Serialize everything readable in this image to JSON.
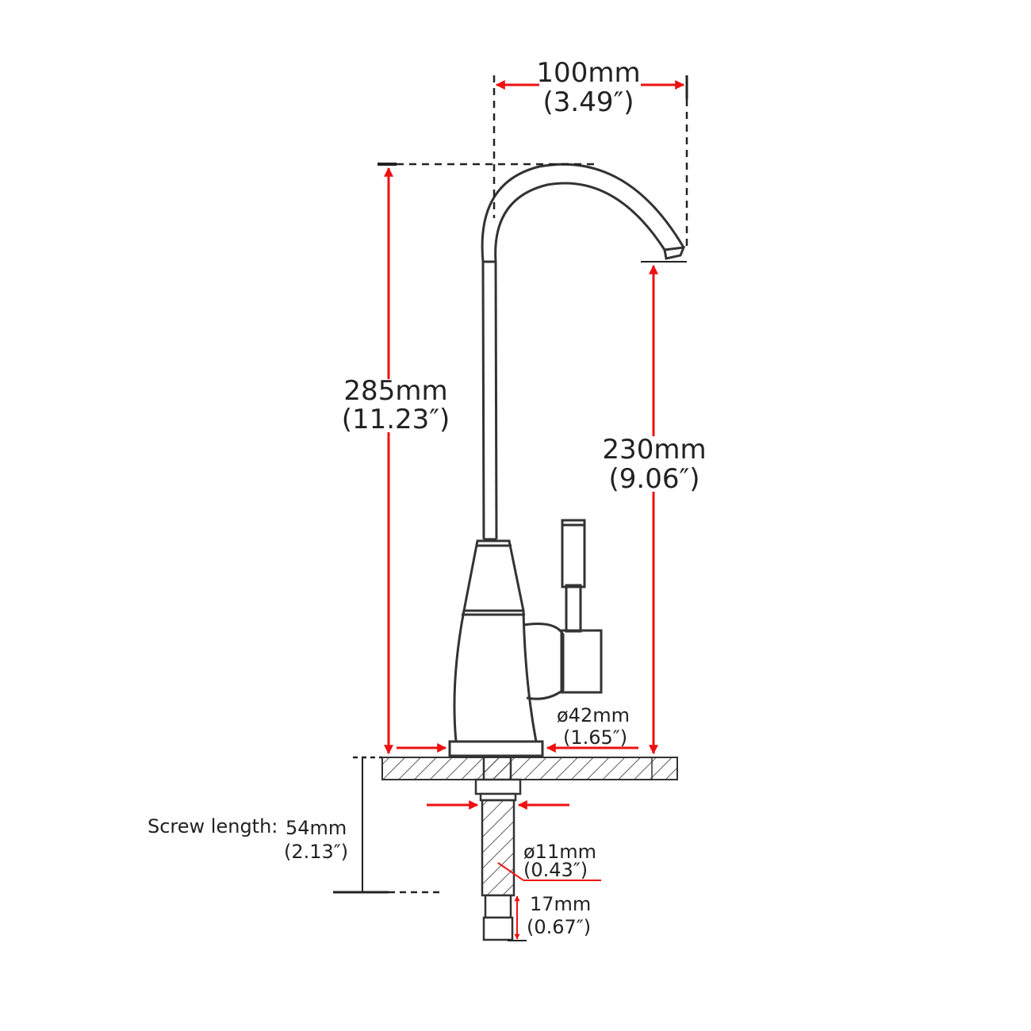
{
  "dimensions": {
    "spout_reach": {
      "metric": "100mm",
      "imperial": "(3.49″)"
    },
    "total_height": {
      "metric": "285mm",
      "imperial": "(11.23″)"
    },
    "spout_height": {
      "metric": "230mm",
      "imperial": "(9.06″)"
    },
    "base_diameter": {
      "metric": "ø42mm",
      "imperial": "(1.65″)"
    },
    "screw_length": {
      "label": "Screw length:",
      "metric": "54mm",
      "imperial": "(2.13″)"
    },
    "screw_diameter": {
      "metric": "ø11mm",
      "imperial": "(0.43″)"
    },
    "connector_length": {
      "metric": "17mm",
      "imperial": "(0.67″)"
    }
  },
  "colors": {
    "outline": "#333333",
    "arrow": "#ee1111",
    "text": "#222222",
    "background": "#ffffff"
  }
}
